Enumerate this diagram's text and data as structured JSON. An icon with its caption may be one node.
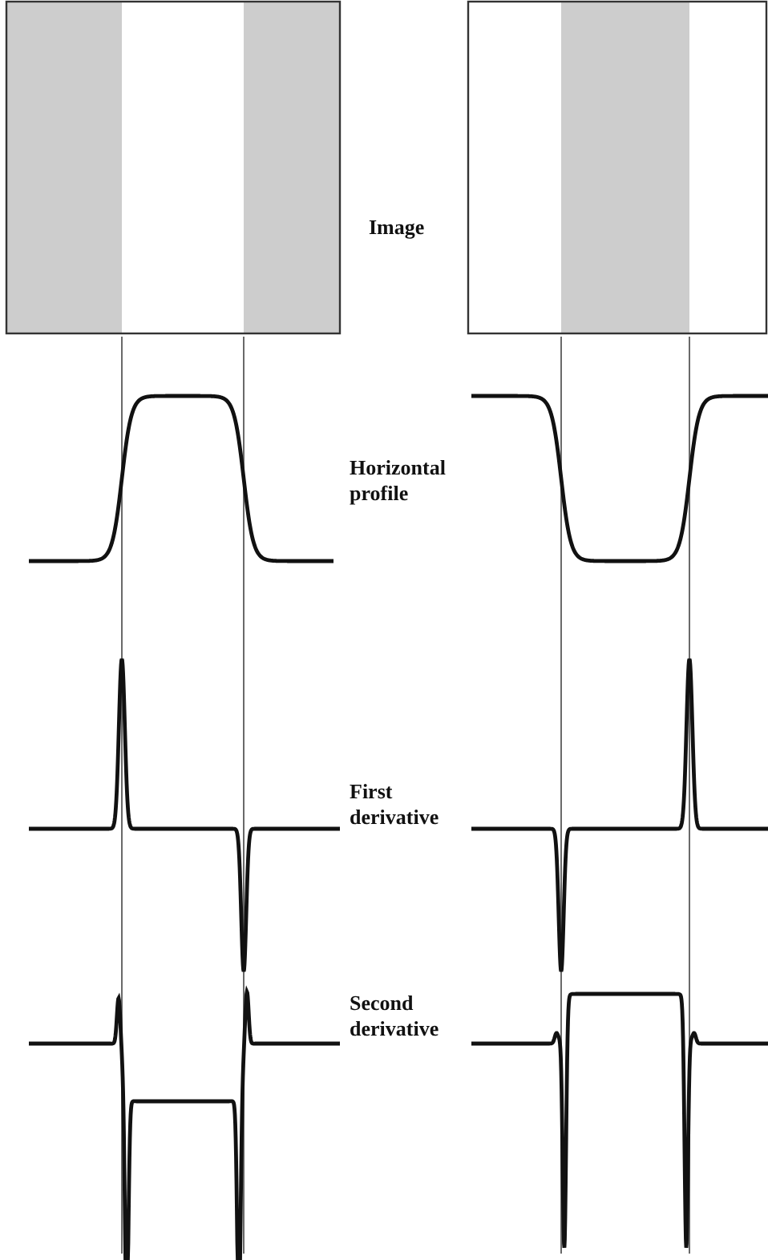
{
  "diagram": {
    "labels": [
      "Image",
      "Horizontal profile",
      "First derivative",
      "Second derivative"
    ]
  }
}
